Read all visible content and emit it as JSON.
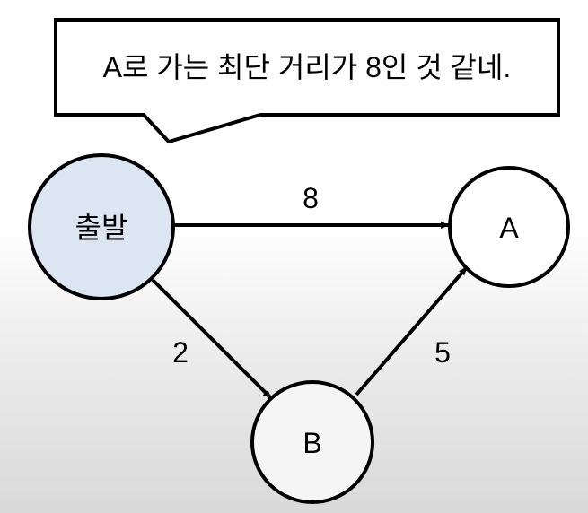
{
  "speech_bubble": {
    "text": "A로 가는 최단 거리가 8인 것 같네."
  },
  "nodes": {
    "start": {
      "label": "출발",
      "fill": "#dce6f2"
    },
    "a": {
      "label": "A",
      "fill": "#ffffff"
    },
    "b": {
      "label": "B",
      "fill": "#f5f5f5"
    }
  },
  "edges": {
    "start_to_a": {
      "weight": "8"
    },
    "start_to_b": {
      "weight": "2"
    },
    "b_to_a": {
      "weight": "5"
    }
  },
  "colors": {
    "stroke": "#000000",
    "start_fill": "#dce6f2"
  }
}
